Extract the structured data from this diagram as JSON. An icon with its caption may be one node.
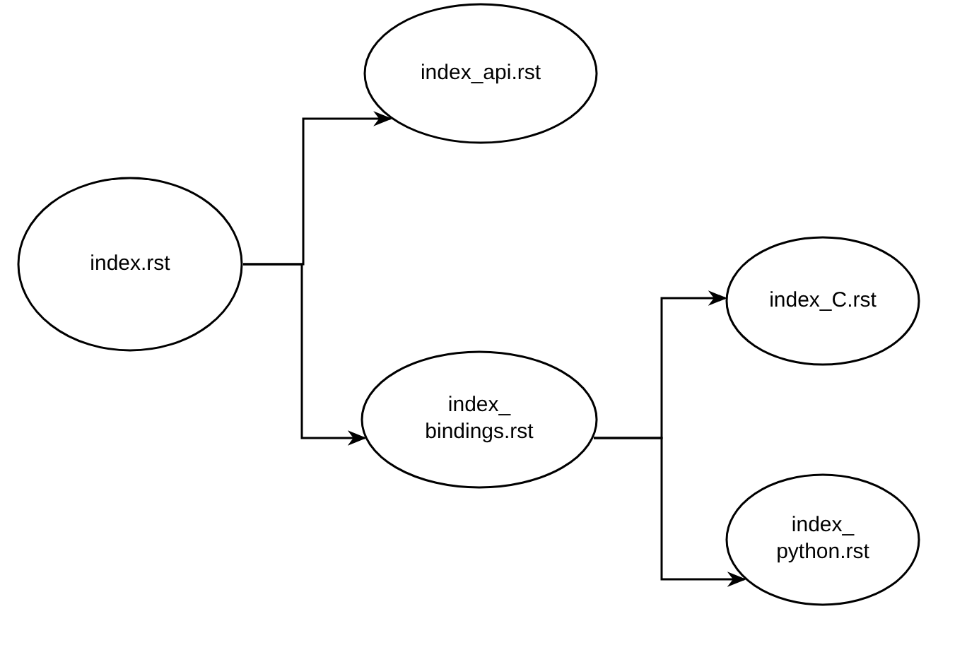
{
  "diagram": {
    "nodes": [
      {
        "text": [
          "index.rst"
        ]
      },
      {
        "text": [
          "index_api.rst"
        ]
      },
      {
        "text": [
          "index_ bindings.rst"
        ]
      },
      {
        "text": [
          "index_C.rst"
        ]
      },
      {
        "text": [
          "index_ python.rst"
        ]
      }
    ],
    "edges": [
      {
        "from": 0,
        "to": 1,
        "arrow": "to"
      },
      {
        "from": 0,
        "to": 2,
        "arrow": "to"
      },
      {
        "from": 2,
        "to": 3,
        "arrow": "to"
      },
      {
        "from": 2,
        "to": 4,
        "arrow": "to"
      }
    ]
  }
}
